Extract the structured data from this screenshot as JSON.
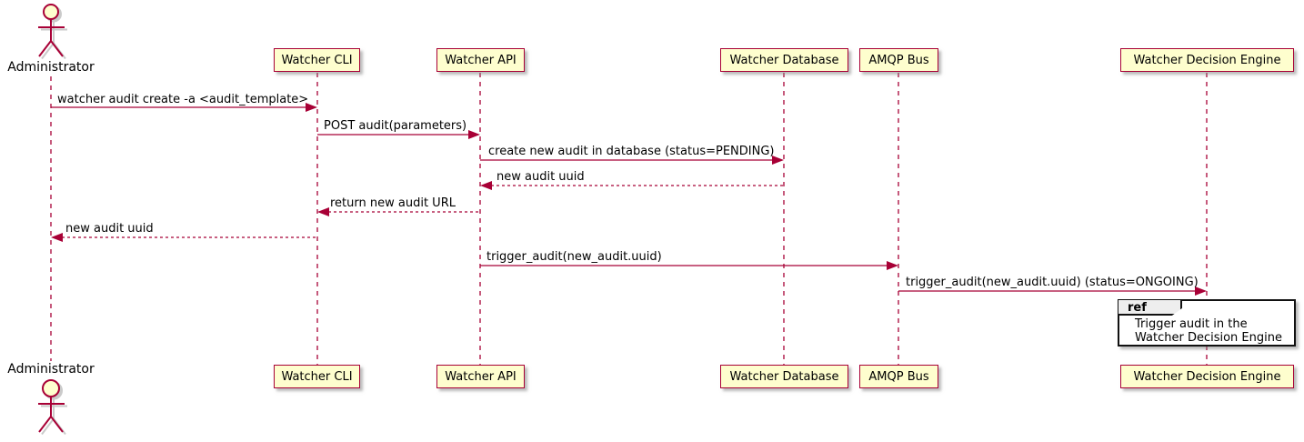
{
  "diagram_type": "uml-sequence",
  "actor": {
    "label": "Administrator"
  },
  "participants": [
    {
      "label": "Watcher CLI"
    },
    {
      "label": "Watcher API"
    },
    {
      "label": "Watcher Database"
    },
    {
      "label": "AMQP Bus"
    },
    {
      "label": "Watcher Decision Engine"
    }
  ],
  "messages": [
    {
      "from": "Administrator",
      "to": "Watcher CLI",
      "label": "watcher audit create -a <audit_template>",
      "line": "solid"
    },
    {
      "from": "Watcher CLI",
      "to": "Watcher API",
      "label": "POST audit(parameters)",
      "line": "solid"
    },
    {
      "from": "Watcher API",
      "to": "Watcher Database",
      "label": "create new audit in database (status=PENDING)",
      "line": "solid"
    },
    {
      "from": "Watcher Database",
      "to": "Watcher API",
      "label": "new audit uuid",
      "line": "dashed"
    },
    {
      "from": "Watcher API",
      "to": "Watcher CLI",
      "label": "return new audit URL",
      "line": "dashed"
    },
    {
      "from": "Watcher CLI",
      "to": "Administrator",
      "label": "new audit uuid",
      "line": "dashed"
    },
    {
      "from": "Watcher API",
      "to": "AMQP Bus",
      "label": "trigger_audit(new_audit.uuid)",
      "line": "solid"
    },
    {
      "from": "AMQP Bus",
      "to": "Watcher Decision Engine",
      "label": "trigger_audit(new_audit.uuid) (status=ONGOING)",
      "line": "solid"
    }
  ],
  "ref": {
    "keyword": "ref",
    "line1": "Trigger audit in the",
    "line2": "Watcher Decision Engine"
  },
  "colors": {
    "accent": "#A80036",
    "participant_fill": "#FEFECE",
    "ref_header_fill": "#EEEEEE",
    "ref_border": "#111111",
    "text": "#000000"
  }
}
